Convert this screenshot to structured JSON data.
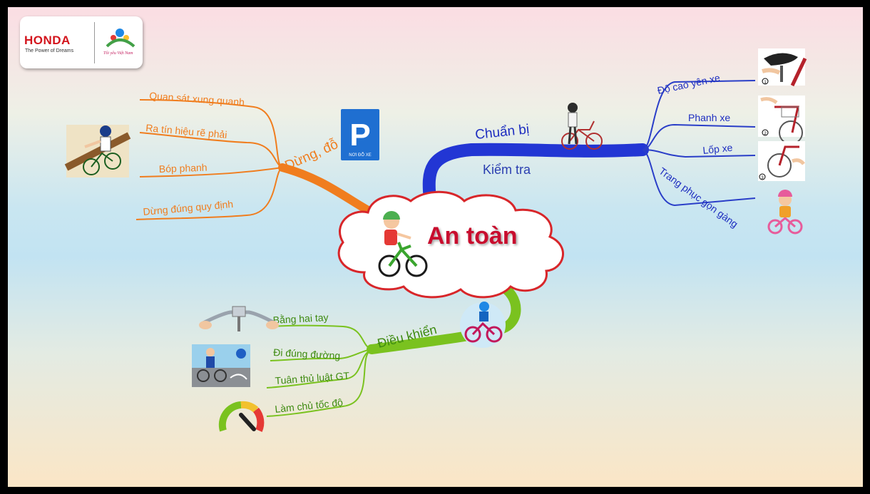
{
  "logos": {
    "honda": "HONDA",
    "honda_tagline": "The Power of Dreams",
    "tyvn": "Tôi yêu Việt Nam"
  },
  "center": {
    "label": "An toàn"
  },
  "branches": {
    "top_right": {
      "title": "Chuẩn bị",
      "subtitle": "Kiểm tra",
      "color": "#2233cc",
      "items": [
        "Độ cao yên xe",
        "Phanh xe",
        "Lốp xe",
        "Trang phục gọn gàng"
      ]
    },
    "top_left": {
      "title": "Dừng, đỗ",
      "color": "#f07d1e",
      "items": [
        "Quan sát xung quanh",
        "Ra tín hiệu rẽ phải",
        "Bóp phanh",
        "Dừng đúng quy định"
      ]
    },
    "bottom": {
      "title": "Điều khiển",
      "color": "#7ac21f",
      "items": [
        "Bằng hai tay",
        "Đi đúng đường",
        "Tuân thủ luật GT",
        "Làm chủ tốc độ"
      ]
    }
  },
  "parking_sign": {
    "letter": "P",
    "caption": "NƠI ĐỖ XE"
  },
  "step_numbers": [
    "1",
    "2",
    "3"
  ]
}
